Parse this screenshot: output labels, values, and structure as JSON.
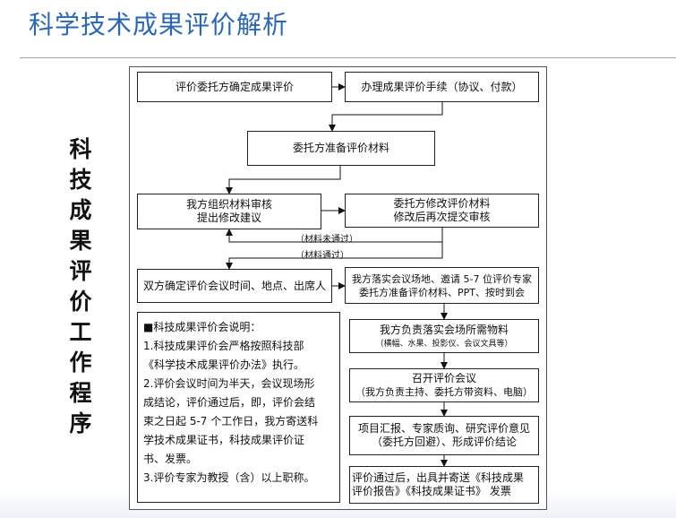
{
  "page": {
    "title": "科学技术成果评价解析",
    "heading": [
      "科",
      "技",
      "成",
      "果",
      "评",
      "价",
      "工",
      "作",
      "程",
      "序"
    ]
  },
  "steps": {
    "s1": "评价委托方确定成果评价",
    "s2": "办理成果评价手续（协议、付款）",
    "s3": "委托方准备评价材料",
    "s4_line1": "我方组织材料审核",
    "s4_line2": "提出修改建议",
    "s5_line1": "委托方修改评价材料",
    "s5_line2": "修改后再次提交审核",
    "s6": "双方确定评价会议时间、地点、出席人",
    "s7_line1": "我方落实会议场地、邀请 5-7 位评价专家",
    "s7_line2": "委托方准备评价材料、PPT、按时到会",
    "s8_line1": "我方负责落实会场所需物料",
    "s8_line2": "（横幅、水果、投影仪、会议文具等）",
    "s9_line1": "召开评价会议",
    "s9_line2": "（我方负责主持、委托方带资料、电脑）",
    "s10_line1": "项目汇报、专家质询、研究评价意见",
    "s10_line2": "（委托方回避）、形成评价结论",
    "s11_line1": "评价通过后，出具并寄送《科技成果",
    "s11_line2": "评价报告》《科技成果证书》 发票"
  },
  "edges": {
    "not_passed": "（材料未通过）",
    "passed": "（材料通过）"
  },
  "notes": {
    "lines": [
      "■科技成果评价会说明：",
      "1.科技成果评价会严格按照科技部",
      "《科学技术成果评价办法》执行。",
      "2.评价会议时间为半天，会议现场形",
      "成结论，评价通过后，即，评价会结",
      "束之日起 5-7 个工作日，我方寄送科",
      "学技术成果证书，科技成果评价证",
      "书、发票。",
      "3.评价专家为教授（含）以上职称。"
    ]
  }
}
